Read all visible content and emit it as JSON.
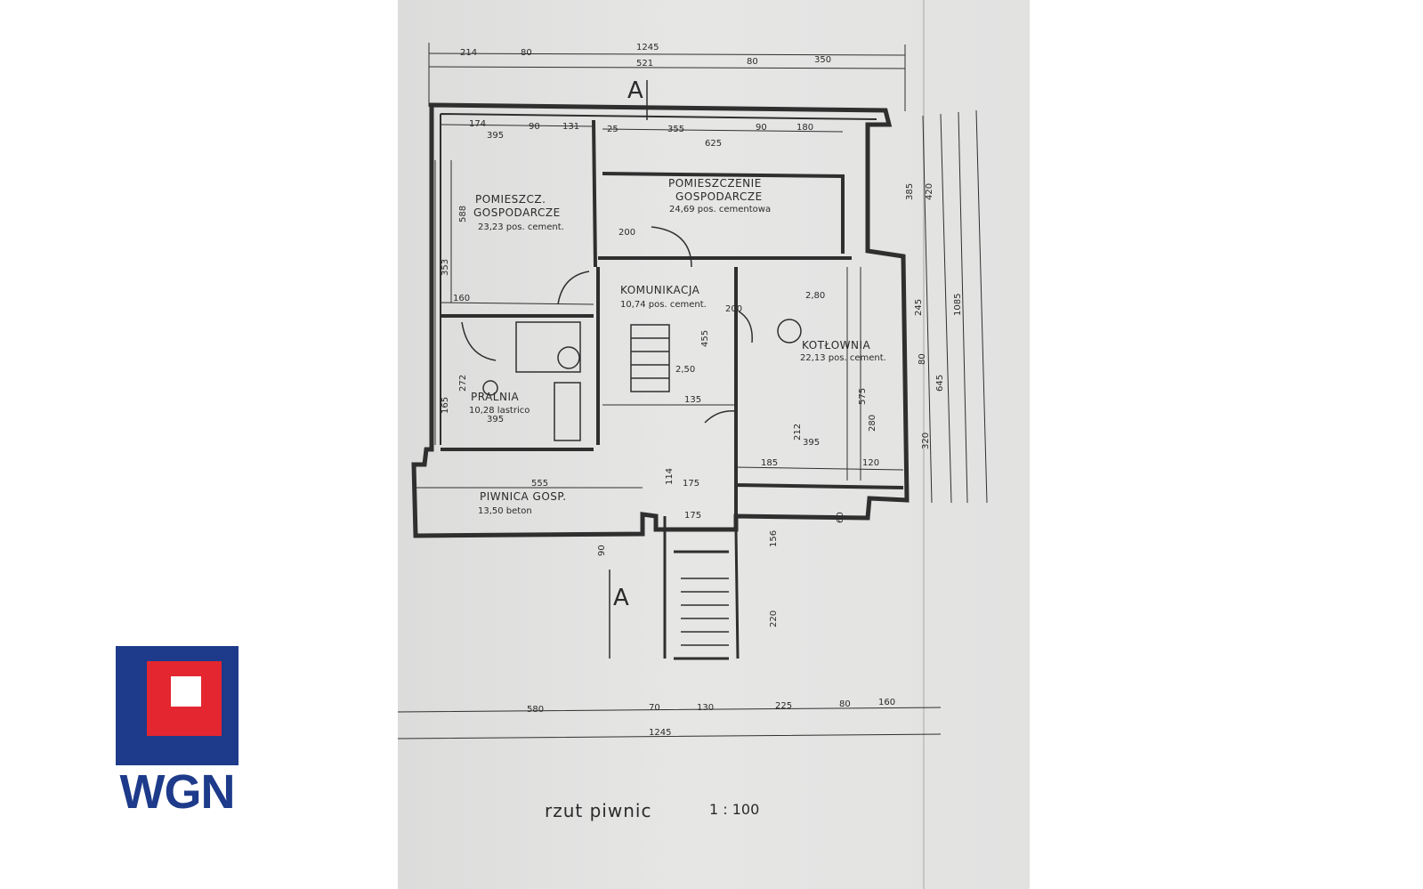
{
  "logo": {
    "text": "WGN"
  },
  "plan": {
    "caption": "rzut piwnic",
    "scale": "1 : 100",
    "section_marker": "A",
    "rooms": [
      {
        "name": "POMIESZCZ.",
        "name2": "GOSPODARCZE",
        "area": "23,23 pos. cement."
      },
      {
        "name": "POMIESZCZENIE",
        "name2": "GOSPODARCZE",
        "area": "24,69 pos. cementowa"
      },
      {
        "name": "KOMUNIKACJA",
        "area": "10,74 pos. cement."
      },
      {
        "name": "KOTŁOWNIA",
        "area": "22,13 pos. cement."
      },
      {
        "name": "PRALNIA",
        "area": "10,28 lastrico"
      },
      {
        "name": "PIWNICA GOSP.",
        "area": "13,50 beton"
      }
    ],
    "dims_top": [
      "1245",
      "214",
      "80",
      "521",
      "80",
      "350"
    ],
    "dims_bottom": [
      "580",
      "70",
      "130",
      "225",
      "80",
      "160",
      "1245"
    ],
    "dims_right": [
      "385",
      "420",
      "245",
      "645",
      "1085",
      "80",
      "320"
    ],
    "dims_inner": [
      "395",
      "625",
      "355",
      "90",
      "180",
      "131",
      "90",
      "174",
      "25",
      "200",
      "160",
      "353",
      "588",
      "272",
      "165",
      "555",
      "175",
      "455",
      "135",
      "575",
      "280",
      "395",
      "185",
      "120",
      "212",
      "220",
      "156",
      "90",
      "200",
      "2,80",
      "2,50",
      "114",
      "175",
      "60",
      "395"
    ]
  }
}
